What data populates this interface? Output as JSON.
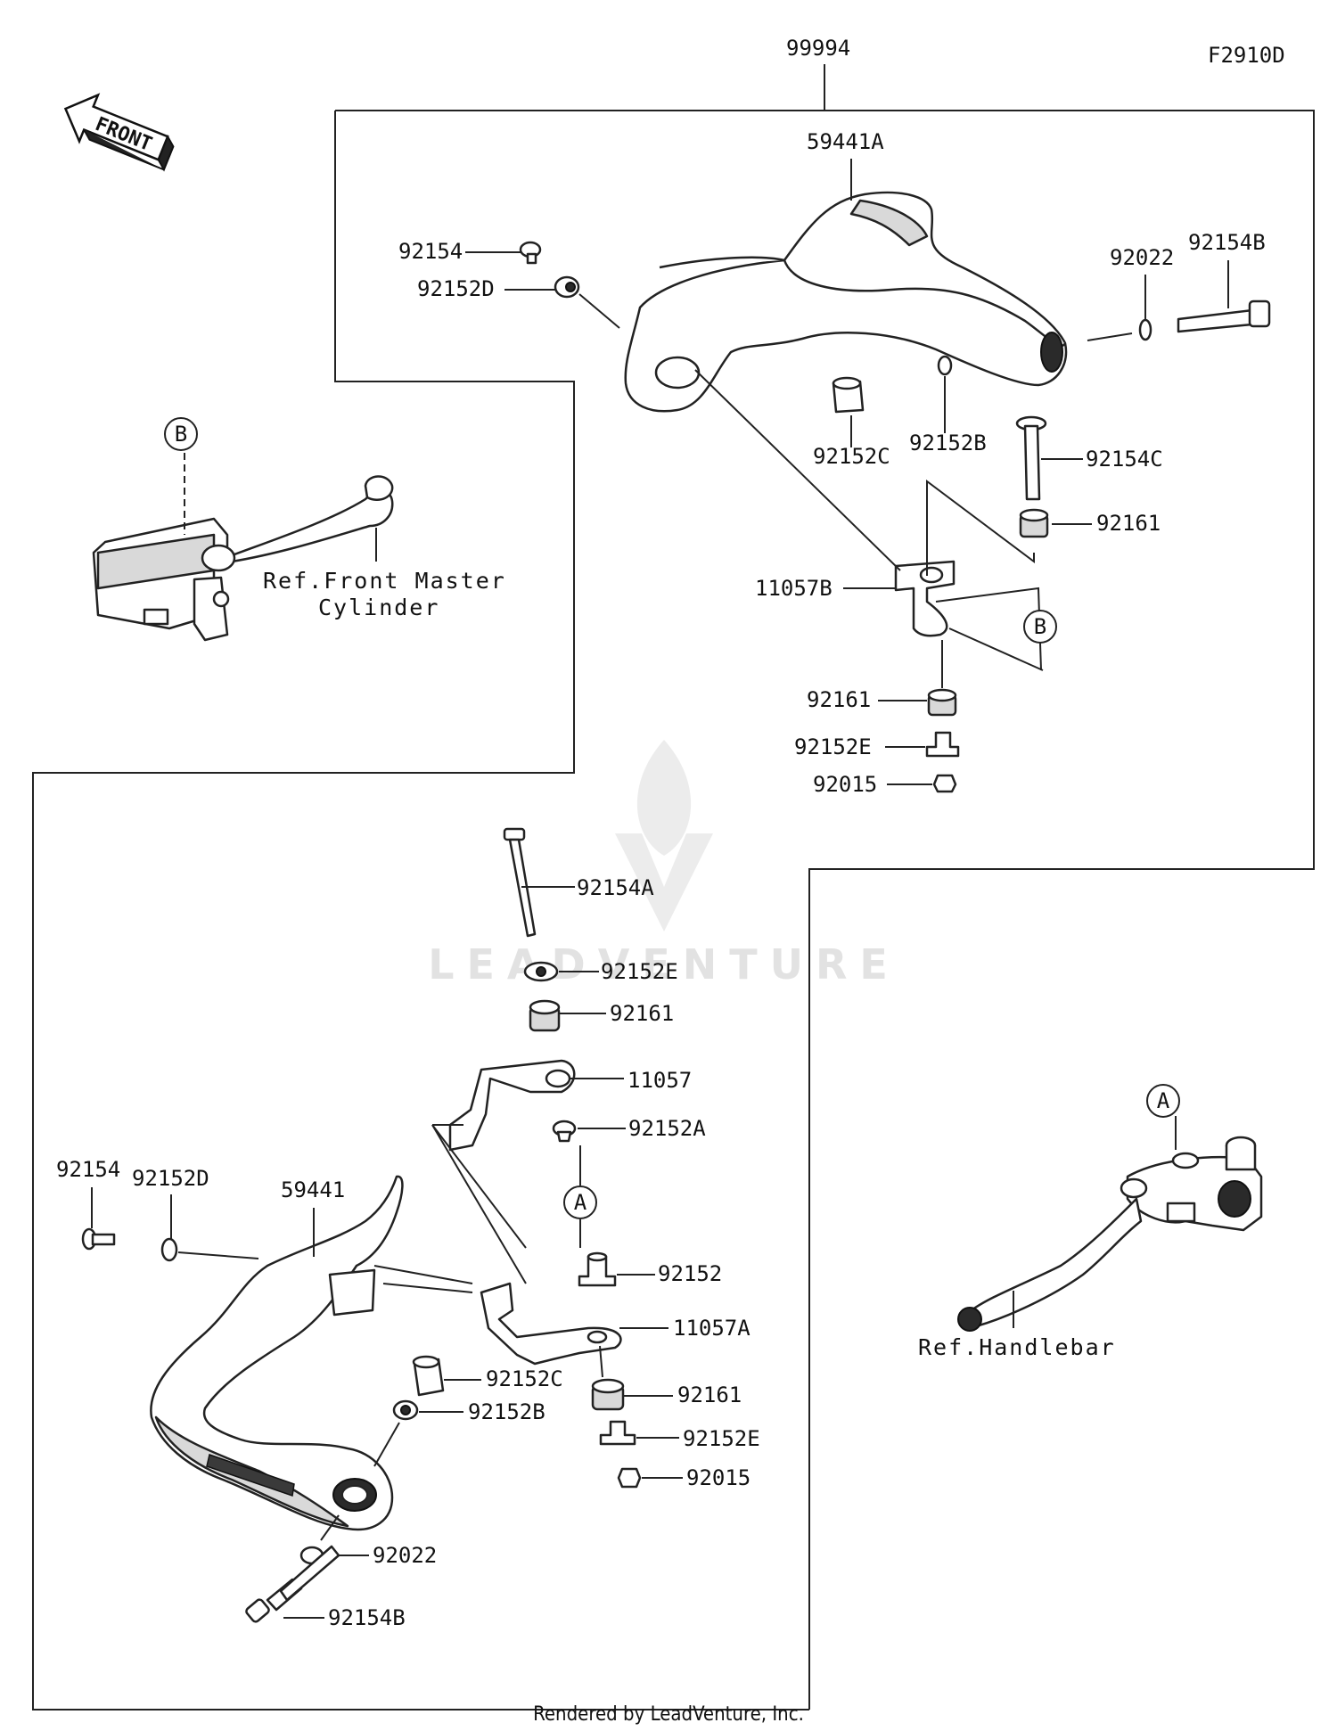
{
  "diagram": {
    "code": "F2910D",
    "assembly_number": "99994",
    "front_label": "FRONT",
    "watermark": "LEADVENTURE",
    "footer": "Rendered by LeadVenture, Inc.",
    "refs": {
      "front_master_line1": "Ref.Front Master",
      "front_master_line2": "Cylinder",
      "handlebar": "Ref.Handlebar"
    },
    "callouts": {
      "a": "A",
      "b": "B"
    },
    "upper_parts": {
      "guard": "59441A",
      "screw": "92154",
      "collar_d": "92152D",
      "bolt_b": "92154B",
      "washer": "92022",
      "collar_c": "92152C",
      "collar_b": "92152B",
      "bolt_c": "92154C",
      "damper_1": "92161",
      "bracket": "11057B",
      "damper_2": "92161",
      "collar_e": "92152E",
      "nut": "92015"
    },
    "lower_parts": {
      "bolt_a": "92154A",
      "collar_e_top": "92152E",
      "damper_top": "92161",
      "bracket": "11057",
      "collar_a": "92152A",
      "screw": "92154",
      "collar_d": "92152D",
      "guard": "59441",
      "collar": "92152",
      "bracket_a": "11057A",
      "collar_c": "92152C",
      "collar_b": "92152B",
      "damper_bottom": "92161",
      "collar_e_bottom": "92152E",
      "nut": "92015",
      "washer": "92022",
      "bolt_b": "92154B"
    }
  }
}
